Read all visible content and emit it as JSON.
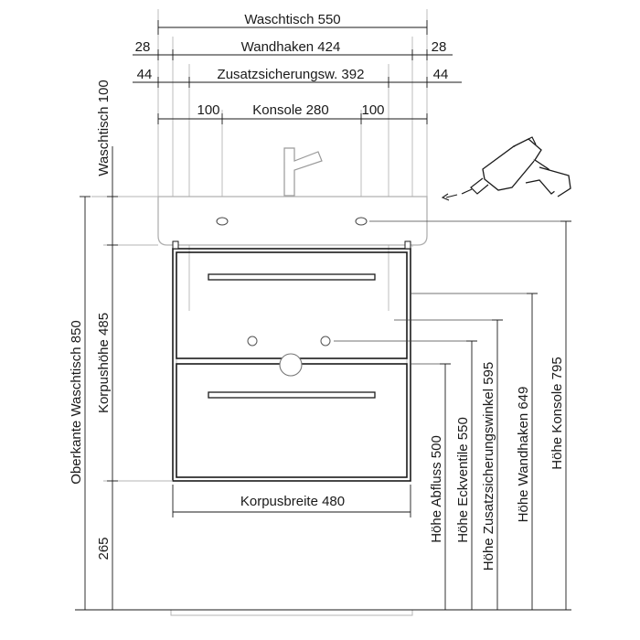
{
  "top_dims": {
    "waschtisch": "Waschtisch 550",
    "wandhaken": "Wandhaken 424",
    "wandhaken_left_offset": "28",
    "wandhaken_right_offset": "28",
    "zusatz": "Zusatzsicherungsw. 392",
    "zusatz_left_offset": "44",
    "zusatz_right_offset": "44",
    "konsole": "Konsole 280",
    "konsole_left_offset": "100",
    "konsole_right_offset": "100"
  },
  "left_dims": {
    "waschtisch_height": "Waschtisch 100",
    "oberkante": "Oberkante Waschtisch 850",
    "korpushoehe": "Korpushöhe 485",
    "bottom": "265"
  },
  "bottom_dims": {
    "korpusbreite": "Korpusbreite  480"
  },
  "right_dims": {
    "abfluss": "Höhe Abfluss 500",
    "eckventile": "Höhe Eckventile 550",
    "zusatzsicherungswinkel": "Höhe Zusatzsicherungswinkel 595",
    "wandhaken": "Höhe Wandhaken 649",
    "konsole": "Höhe Konsole 795"
  },
  "icons": {
    "drill": "drill-icon"
  }
}
